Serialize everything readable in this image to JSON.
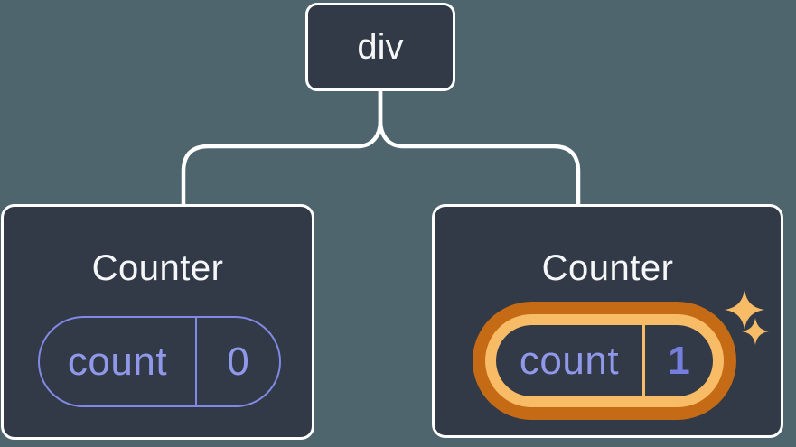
{
  "diagram": {
    "root": {
      "label": "div"
    },
    "children": [
      {
        "title": "Counter",
        "state_key": "count",
        "state_value": "0",
        "highlighted": false
      },
      {
        "title": "Counter",
        "state_key": "count",
        "state_value": "1",
        "highlighted": true
      }
    ]
  },
  "colors": {
    "background": "#4E656E",
    "node_fill": "#323947",
    "node_border": "#FFFFFF",
    "connector": "#FFFFFF",
    "state_accent": "#8089E4",
    "state_text": "#9098EA",
    "highlight_outer": "#C56A15",
    "highlight_inner": "#F9BC66",
    "highlight_value": "#757EDC",
    "title_text": "#F5F6F8"
  }
}
